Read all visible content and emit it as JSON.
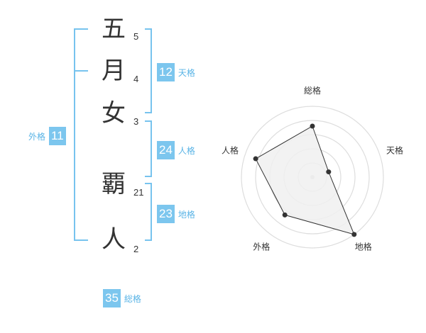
{
  "name": {
    "characters": [
      {
        "char": "五",
        "strokes": "5"
      },
      {
        "char": "月",
        "strokes": "4"
      },
      {
        "char": "女",
        "strokes": "3"
      },
      {
        "char": "覇",
        "strokes": "21"
      },
      {
        "char": "人",
        "strokes": "2"
      }
    ]
  },
  "scores": {
    "tenkaku": {
      "value": "12",
      "label": "天格"
    },
    "jinkaku": {
      "value": "24",
      "label": "人格"
    },
    "chikaku": {
      "value": "23",
      "label": "地格"
    },
    "gaikaku": {
      "value": "11",
      "label": "外格"
    },
    "soukaku": {
      "value": "35",
      "label": "総格"
    }
  },
  "colors": {
    "accent": "#7cc6ee",
    "bracket": "#77c3ee",
    "label": "#5ab4e6",
    "radar_fill": "#f0f0f0",
    "radar_grid": "#dddddd",
    "radar_line": "#333333"
  },
  "chart_data": {
    "type": "radar",
    "axes": [
      "総格",
      "天格",
      "地格",
      "外格",
      "人格"
    ],
    "scale_max": 5,
    "rings": 5,
    "values": [
      3.6,
      1.2,
      5.0,
      3.3,
      4.2
    ]
  }
}
